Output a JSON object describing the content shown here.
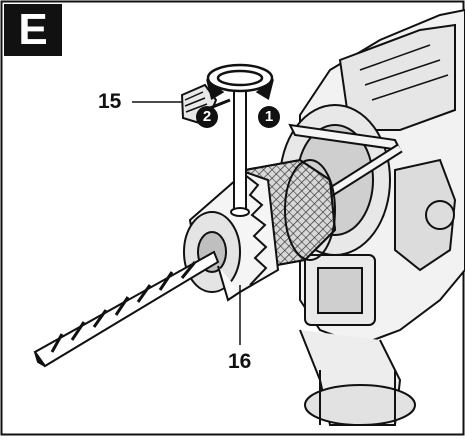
{
  "panel": {
    "letter": "E"
  },
  "callouts": {
    "key": "15",
    "chuck": "16"
  },
  "steps": {
    "first": "1",
    "second": "2"
  }
}
